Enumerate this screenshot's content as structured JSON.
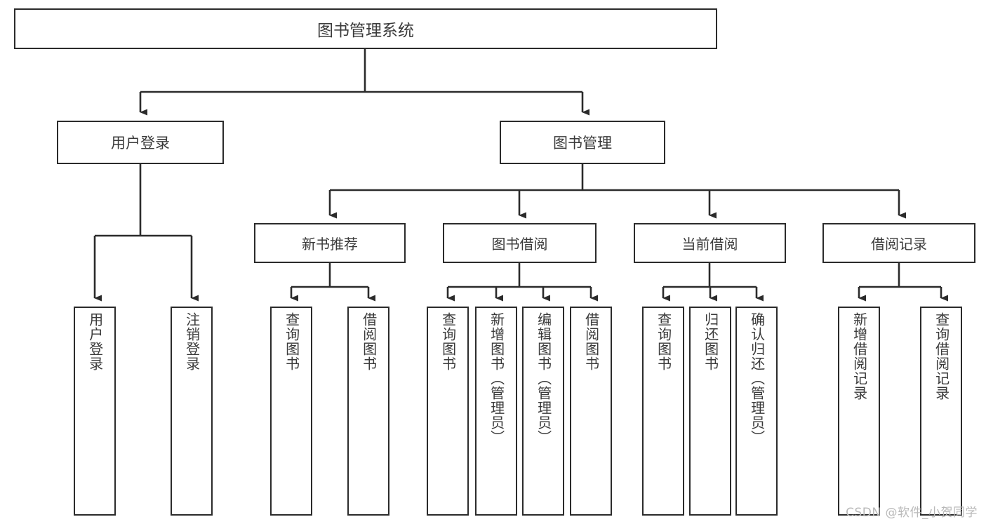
{
  "diagram": {
    "title": "图书管理系统",
    "type": "tree-hierarchy",
    "watermark": "CSDN @软件_小贺同学",
    "colors": {
      "box_border": "#2b2b2b",
      "box_fill": "#ffffff",
      "text": "#3a3a3a",
      "connector": "#2b2b2b",
      "watermark": "#b9b9b9",
      "background": "#ffffff"
    },
    "root": {
      "label": "图书管理系统"
    },
    "level1": [
      {
        "id": "user-login",
        "label": "用户登录"
      },
      {
        "id": "book-management",
        "label": "图书管理"
      }
    ],
    "level2": [
      {
        "id": "new-book-recommend",
        "label": "新书推荐",
        "parent": "book-management"
      },
      {
        "id": "book-borrow",
        "label": "图书借阅",
        "parent": "book-management"
      },
      {
        "id": "current-borrow",
        "label": "当前借阅",
        "parent": "book-management"
      },
      {
        "id": "borrow-record",
        "label": "借阅记录",
        "parent": "book-management"
      }
    ],
    "leaves": {
      "user-login": [
        {
          "id": "leaf-user-login",
          "label": "用户登录"
        },
        {
          "id": "leaf-logout-login",
          "label": "注销登录"
        }
      ],
      "new-book-recommend": [
        {
          "id": "leaf-query-book-1",
          "label": "查询图书"
        },
        {
          "id": "leaf-borrow-book-1",
          "label": "借阅图书"
        }
      ],
      "book-borrow": [
        {
          "id": "leaf-query-book-2",
          "label": "查询图书"
        },
        {
          "id": "leaf-add-book",
          "label": "新增图书（管理员）"
        },
        {
          "id": "leaf-edit-book",
          "label": "编辑图书（管理员）"
        },
        {
          "id": "leaf-borrow-book-2",
          "label": "借阅图书"
        }
      ],
      "current-borrow": [
        {
          "id": "leaf-query-book-3",
          "label": "查询图书"
        },
        {
          "id": "leaf-return-book",
          "label": "归还图书"
        },
        {
          "id": "leaf-confirm-return",
          "label": "确认归还（管理员）"
        }
      ],
      "borrow-record": [
        {
          "id": "leaf-add-record",
          "label": "新增借阅记录"
        },
        {
          "id": "leaf-query-record",
          "label": "查询借阅记录"
        }
      ]
    }
  }
}
